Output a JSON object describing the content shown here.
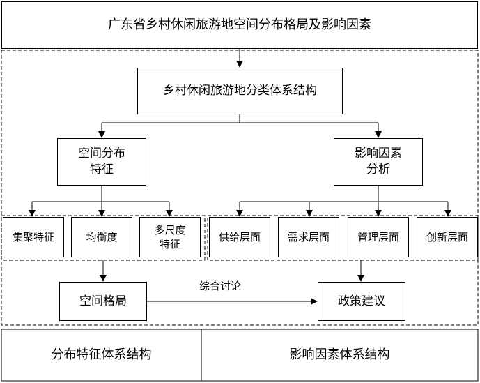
{
  "diagram": {
    "title": "广东省乡村休闲旅游地空间分布格局及影响因素",
    "classification": "乡村休闲旅游地分类体系结构",
    "spatial_distribution": "空间分布\n特征",
    "influencing_factors": "影响因素\n分析",
    "distribution_items": [
      "集聚特征",
      "均衡度",
      "多尺度\n特征"
    ],
    "factor_items": [
      "供给层面",
      "需求层面",
      "管理层面",
      "创新层面"
    ],
    "spatial_pattern": "空间格局",
    "policy": "政策建议",
    "discussion_label": "综合讨论",
    "footer_left": "分布特征体系结构",
    "footer_right": "影响因素体系结构"
  }
}
